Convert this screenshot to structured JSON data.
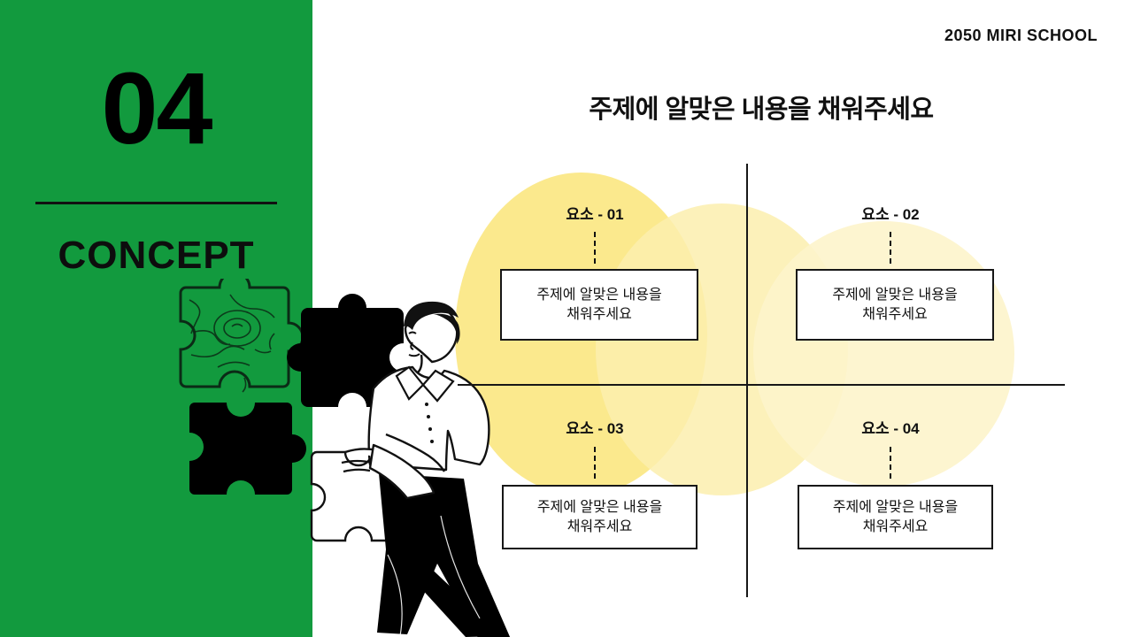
{
  "brand": {
    "text": "2050 MIRI SCHOOL"
  },
  "sidebar": {
    "number": "04",
    "section_label": "CONCEPT",
    "background_color": "#129A3E"
  },
  "main": {
    "title": "주제에 알맞은 내용을 채워주세요",
    "quadrants": [
      {
        "label": "요소 - 01",
        "body_line1": "주제에 알맞은 내용을",
        "body_line2": "채워주세요"
      },
      {
        "label": "요소 - 02",
        "body_line1": "주제에 알맞은 내용을",
        "body_line2": "채워주세요"
      },
      {
        "label": "요소 - 03",
        "body_line1": "주제에 알맞은 내용을",
        "body_line2": "채워주세요"
      },
      {
        "label": "요소 - 04",
        "body_line1": "주제에 알맞은 내용을",
        "body_line2": "채워주세요"
      }
    ]
  },
  "decor": {
    "blob_color_primary": "#FBE98D",
    "blob_color_secondary": "#FCEFAE",
    "blob_color_tertiary": "#FDF4CB",
    "axis_color": "#171717",
    "icons": [
      "puzzle-piece-textured-icon",
      "puzzle-piece-solid-icon",
      "puzzle-piece-outline-icon",
      "person-carrying-puzzle-illustration"
    ]
  }
}
